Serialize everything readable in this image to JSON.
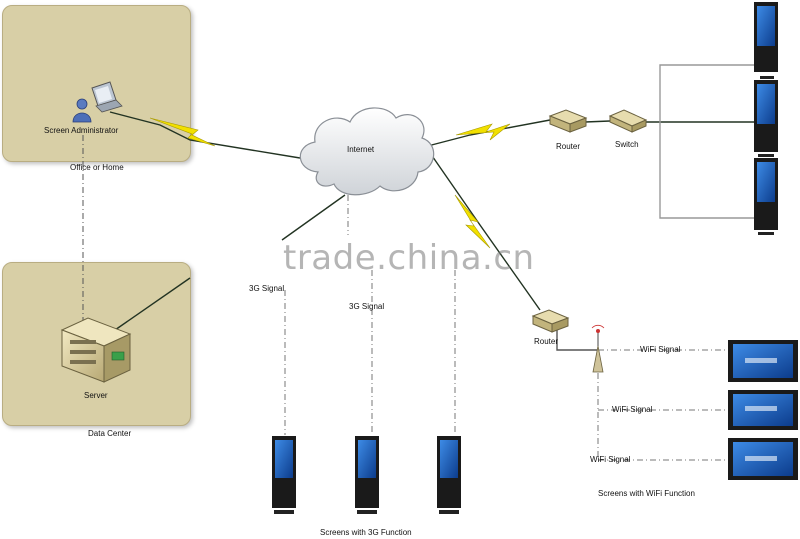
{
  "zones": {
    "office": {
      "caption": "Office or Home"
    },
    "datacenter": {
      "caption": "Data Center"
    }
  },
  "nodes": {
    "admin": "Screen Administrator",
    "server": "Server",
    "internet": "Internet",
    "router_top": "Router",
    "switch": "Switch",
    "router_wifi": "Router"
  },
  "signals": {
    "g3_a": "3G Signal",
    "g3_b": "3G Signal",
    "wifi_1": "WiFi Signal",
    "wifi_2": "WiFi Signal",
    "wifi_3": "WiFi Signal"
  },
  "groups": {
    "screens_3g": "Screens with 3G Function",
    "screens_wifi": "Screens with WiFi Function"
  },
  "watermark": "trade.china.cn",
  "colors": {
    "zone_fill": "#d8cfa6",
    "lightning": "#f2e000",
    "screen_blue": "#1e63c6"
  }
}
